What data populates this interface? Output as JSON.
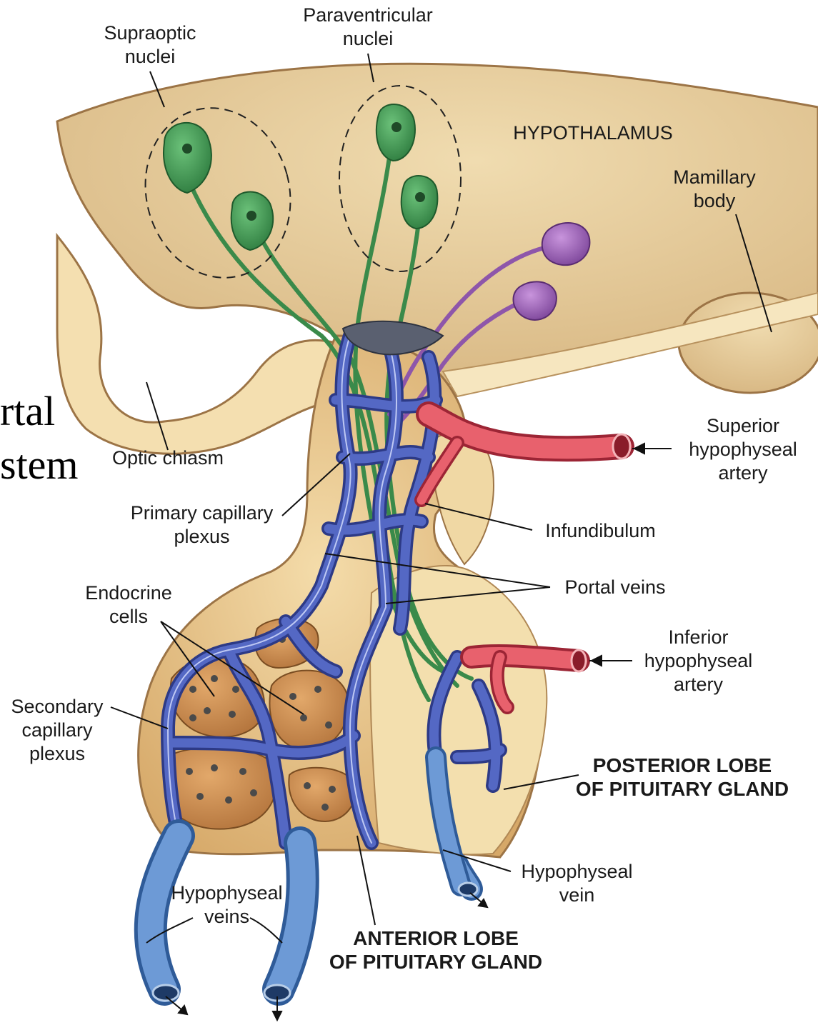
{
  "labels": {
    "supraoptic": "Supraoptic\nnuclei",
    "paraventricular": "Paraventricular\nnuclei",
    "hypothalamus": "HYPOTHALAMUS",
    "mamillary": "Mamillary\nbody",
    "optic_chiasm": "Optic chiasm",
    "superior_artery": "Superior\nhypophyseal\nartery",
    "primary_plexus": "Primary capillary\nplexus",
    "infundibulum": "Infundibulum",
    "portal_veins": "Portal veins",
    "endocrine": "Endocrine\ncells",
    "inferior_artery": "Inferior\nhypophyseal\nartery",
    "secondary_plexus": "Secondary\ncapillary\nplexus",
    "posterior_lobe": "POSTERIOR LOBE\nOF PITUITARY GLAND",
    "hypophyseal_vein": "Hypophyseal\nvein",
    "hypophyseal_veins": "Hypophyseal\nveins",
    "anterior_lobe": "ANTERIOR LOBE\nOF PITUITARY GLAND"
  },
  "side_text": {
    "line1": "rtal",
    "line2": "stem"
  },
  "colors": {
    "tissue": "#e3c896",
    "tissue_light": "#f5e3b6",
    "tissue_dark": "#b98e5a",
    "vein": "#4d5fb4",
    "vein_dark": "#2d3a86",
    "artery": "#e0505e",
    "neuron_green": "#3f9650",
    "neuron_purple": "#9b62b6",
    "cell_cluster": "#c98c4f"
  }
}
